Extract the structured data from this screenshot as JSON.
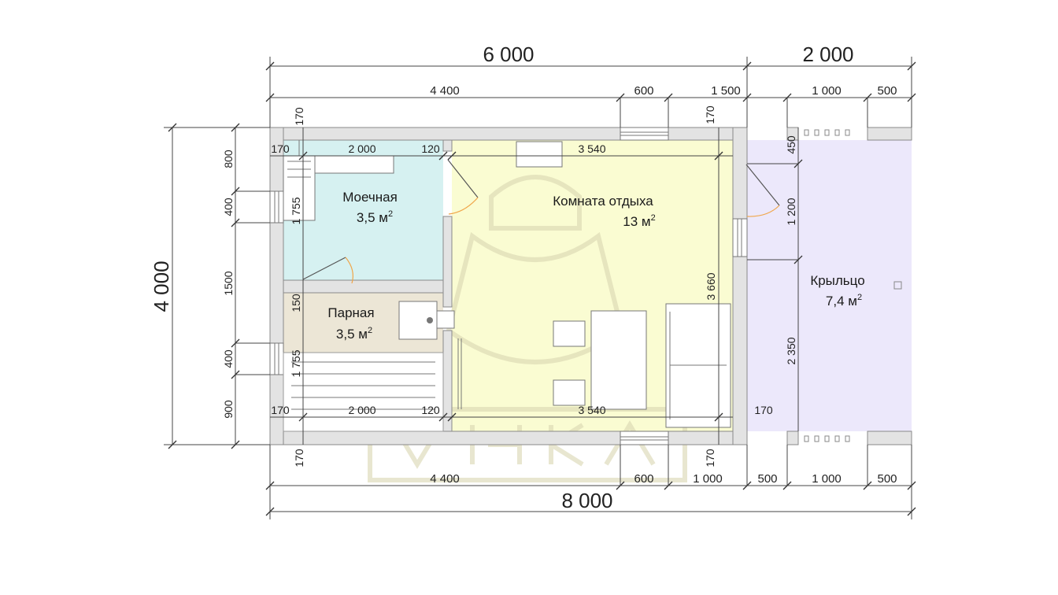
{
  "rooms": {
    "washroom": {
      "name": "Моечная",
      "area": "3,5 м",
      "sup": "2",
      "color": "#d6f1f1"
    },
    "steam": {
      "name": "Парная",
      "area": "3,5 м",
      "sup": "2",
      "color": "#ece6d6"
    },
    "rest": {
      "name": "Комната отдыха",
      "area": "13 м",
      "sup": "2",
      "color": "#fafcd2"
    },
    "porch": {
      "name": "Крыльцо",
      "area": "7,4 м",
      "sup": "2",
      "color": "#ece8fb"
    }
  },
  "dims": {
    "top": {
      "overall_left": "6 000",
      "overall_right": "2 000",
      "seg1": "4 400",
      "seg2": "600",
      "seg3": "1 500",
      "seg4": "1 000",
      "seg5": "500",
      "wall_a": "170",
      "wall_b": "170"
    },
    "bottom": {
      "overall": "8 000",
      "seg1": "4 400",
      "seg2": "600",
      "seg3": "1 000",
      "seg4": "500",
      "seg5": "1 000",
      "seg6": "500",
      "wall_a": "170",
      "wall_b": "170"
    },
    "left": {
      "overall": "4 000",
      "seg1": "800",
      "seg2": "400",
      "seg3": "1500",
      "seg4": "400",
      "seg5": "900"
    },
    "inner": {
      "top_170": "170",
      "top_2000": "2 000",
      "top_120": "120",
      "top_3540": "3 540",
      "bot_170": "170",
      "bot_2000": "2 000",
      "bot_120": "120",
      "bot_3540": "3 540",
      "bot_170_right": "170",
      "v_1755_a": "1 755",
      "v_150": "150",
      "v_1755_b": "1 755",
      "v_3660": "3 660",
      "porch_450": "450",
      "porch_1200": "1 200",
      "porch_2350": "2 350"
    }
  }
}
